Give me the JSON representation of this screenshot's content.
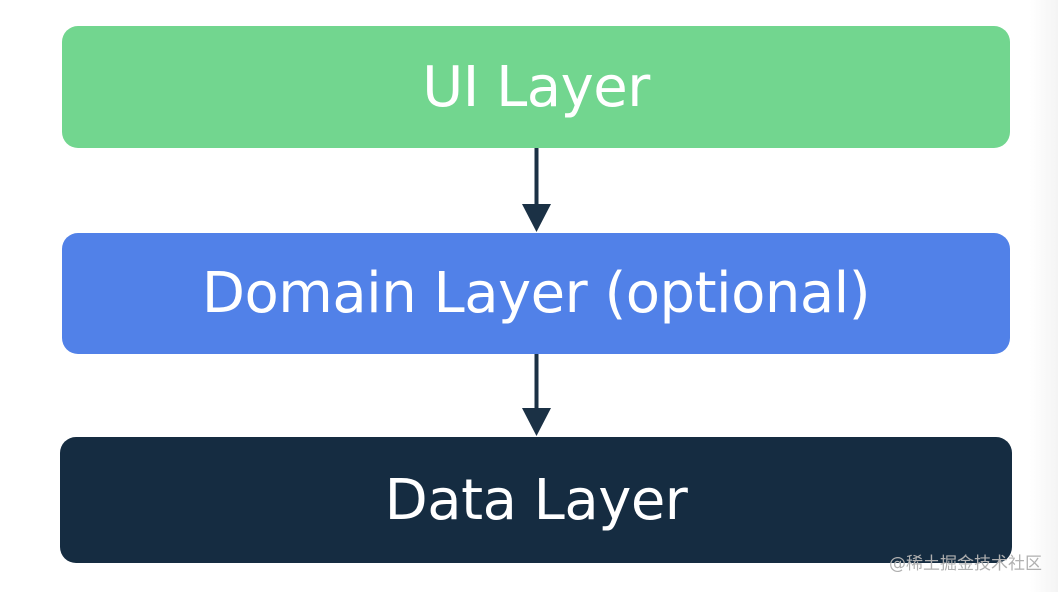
{
  "layers": {
    "ui": {
      "label": "UI Layer",
      "color": "#72d68f"
    },
    "domain": {
      "label": "Domain Layer (optional)",
      "color": "#5181e8"
    },
    "data": {
      "label": "Data Layer",
      "color": "#152c41"
    }
  },
  "arrow_color": "#1b3145",
  "watermark": "@稀土掘金技术社区"
}
